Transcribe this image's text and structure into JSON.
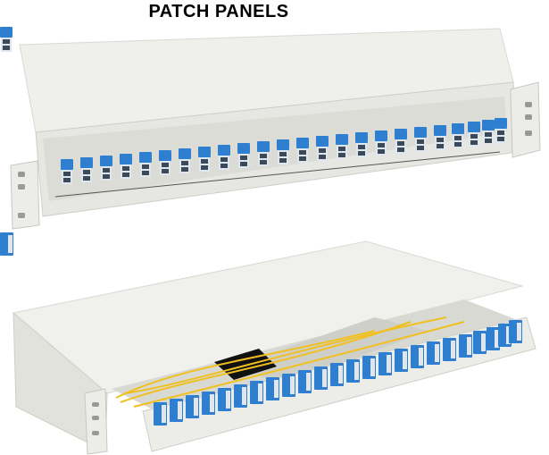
{
  "title": "PATCH PANELS",
  "images": [
    {
      "name": "closed-patch-panel",
      "description": "1U rack-mount fiber patch panel, closed drawer, front view with duplex LC adapters",
      "adapter_count": 24,
      "adapter_color": "#2f7fd0",
      "body_color": "#ecece8"
    },
    {
      "name": "open-patch-panel",
      "description": "1U sliding fiber patch panel with drawer pulled out, showing yellow fiber pigtails and splice tray",
      "adapter_count": 24,
      "adapter_color": "#2f7fd0",
      "body_color": "#ecece8",
      "fiber_color": "#f0c020"
    }
  ]
}
